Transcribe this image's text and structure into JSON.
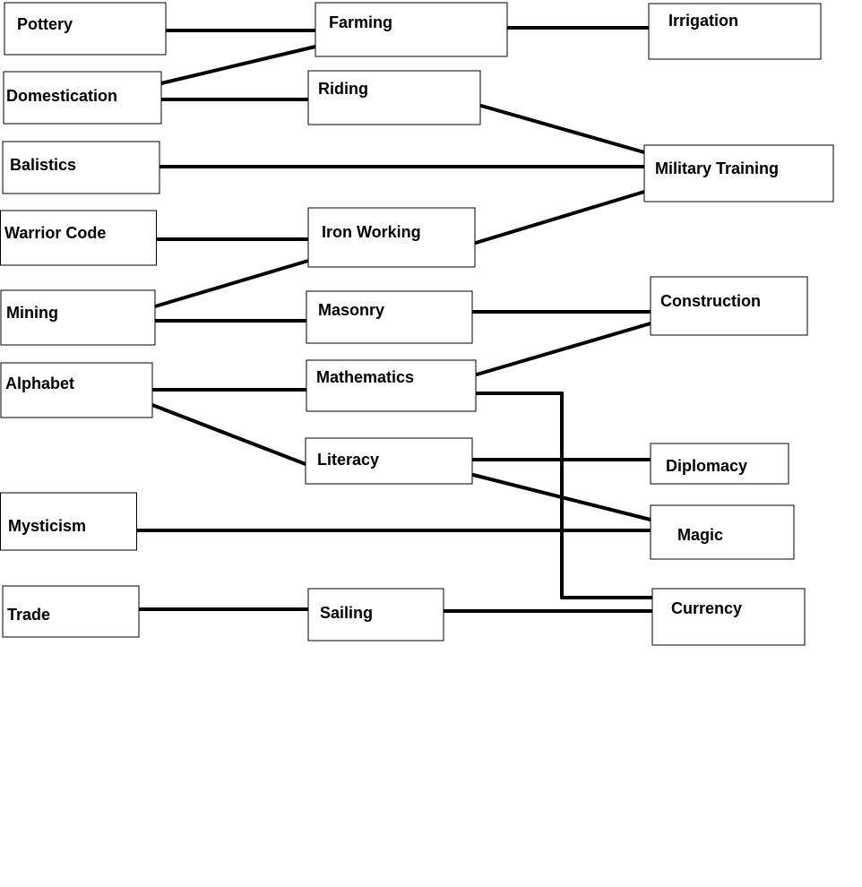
{
  "diagram": {
    "nodes": [
      {
        "id": "pottery",
        "label": "Pottery"
      },
      {
        "id": "farming",
        "label": "Farming"
      },
      {
        "id": "irrigation",
        "label": "Irrigation"
      },
      {
        "id": "domestication",
        "label": "Domestication"
      },
      {
        "id": "riding",
        "label": "Riding"
      },
      {
        "id": "balistics",
        "label": "Balistics"
      },
      {
        "id": "military-training",
        "label": "Military Training"
      },
      {
        "id": "warrior-code",
        "label": "Warrior Code"
      },
      {
        "id": "iron-working",
        "label": "Iron Working"
      },
      {
        "id": "mining",
        "label": "Mining"
      },
      {
        "id": "masonry",
        "label": "Masonry"
      },
      {
        "id": "construction",
        "label": "Construction"
      },
      {
        "id": "alphabet",
        "label": "Alphabet"
      },
      {
        "id": "mathematics",
        "label": "Mathematics"
      },
      {
        "id": "literacy",
        "label": "Literacy"
      },
      {
        "id": "diplomacy",
        "label": "Diplomacy"
      },
      {
        "id": "mysticism",
        "label": "Mysticism"
      },
      {
        "id": "magic",
        "label": "Magic"
      },
      {
        "id": "trade",
        "label": "Trade"
      },
      {
        "id": "sailing",
        "label": "Sailing"
      },
      {
        "id": "currency",
        "label": "Currency"
      }
    ],
    "links": [
      {
        "from": "pottery",
        "to": "farming"
      },
      {
        "from": "farming",
        "to": "irrigation"
      },
      {
        "from": "domestication",
        "to": "farming"
      },
      {
        "from": "domestication",
        "to": "riding"
      },
      {
        "from": "riding",
        "to": "military-training"
      },
      {
        "from": "balistics",
        "to": "military-training"
      },
      {
        "from": "iron-working",
        "to": "military-training"
      },
      {
        "from": "warrior-code",
        "to": "iron-working"
      },
      {
        "from": "mining",
        "to": "iron-working"
      },
      {
        "from": "mining",
        "to": "masonry"
      },
      {
        "from": "masonry",
        "to": "construction"
      },
      {
        "from": "mathematics",
        "to": "construction"
      },
      {
        "from": "alphabet",
        "to": "mathematics"
      },
      {
        "from": "alphabet",
        "to": "literacy"
      },
      {
        "from": "literacy",
        "to": "diplomacy"
      },
      {
        "from": "literacy",
        "to": "magic"
      },
      {
        "from": "mysticism",
        "to": "magic"
      },
      {
        "from": "mathematics",
        "to": "currency"
      },
      {
        "from": "trade",
        "to": "sailing"
      },
      {
        "from": "sailing",
        "to": "currency"
      }
    ]
  }
}
